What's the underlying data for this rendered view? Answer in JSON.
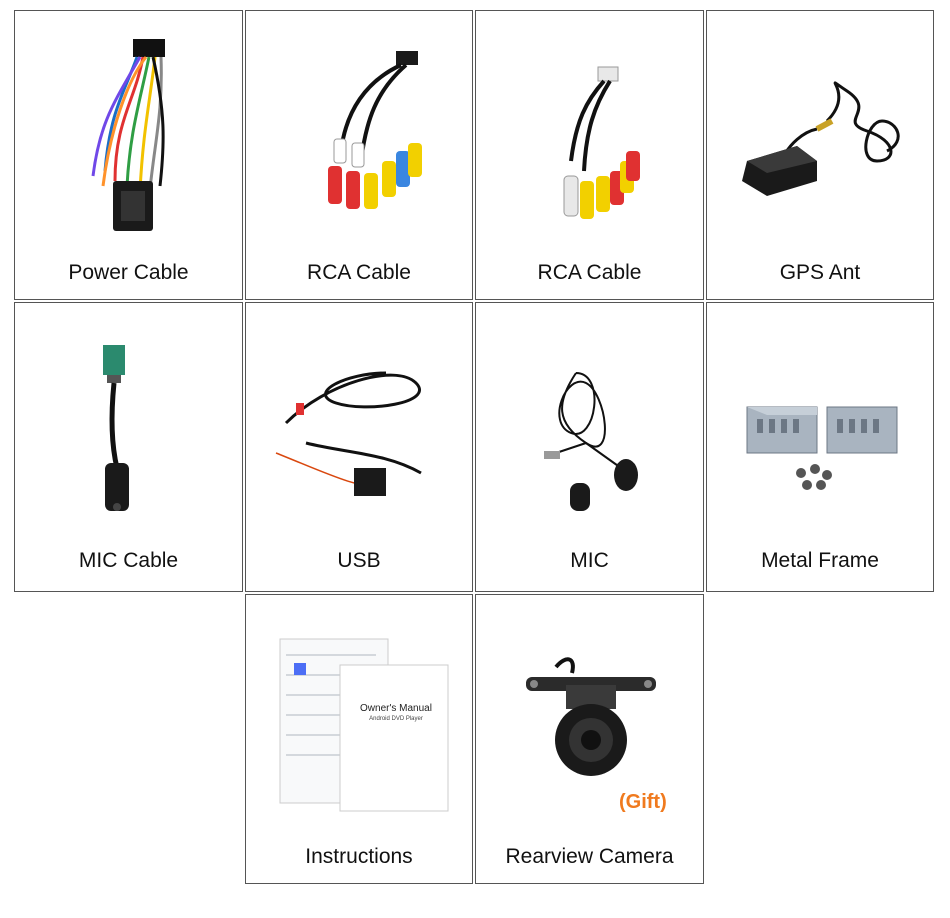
{
  "items": [
    {
      "label": "Power Cable",
      "icon": "power-cable-icon"
    },
    {
      "label": "RCA Cable",
      "icon": "rca-cable-icon"
    },
    {
      "label": "RCA Cable",
      "icon": "rca-cable-icon"
    },
    {
      "label": "GPS Ant",
      "icon": "gps-antenna-icon"
    },
    {
      "label": "MIC Cable",
      "icon": "mic-cable-icon"
    },
    {
      "label": "USB",
      "icon": "usb-cable-icon"
    },
    {
      "label": "MIC",
      "icon": "microphone-icon"
    },
    {
      "label": "Metal Frame",
      "icon": "metal-frame-icon"
    },
    {
      "label": "Instructions",
      "icon": "manual-icon",
      "manual_title": "Owner's Manual",
      "manual_subtitle": "Android DVD Player"
    },
    {
      "label": "Rearview Camera",
      "icon": "rearview-camera-icon",
      "badge": "(Gift)"
    }
  ],
  "colors": {
    "border": "#555555",
    "gift": "#f07a1e"
  }
}
